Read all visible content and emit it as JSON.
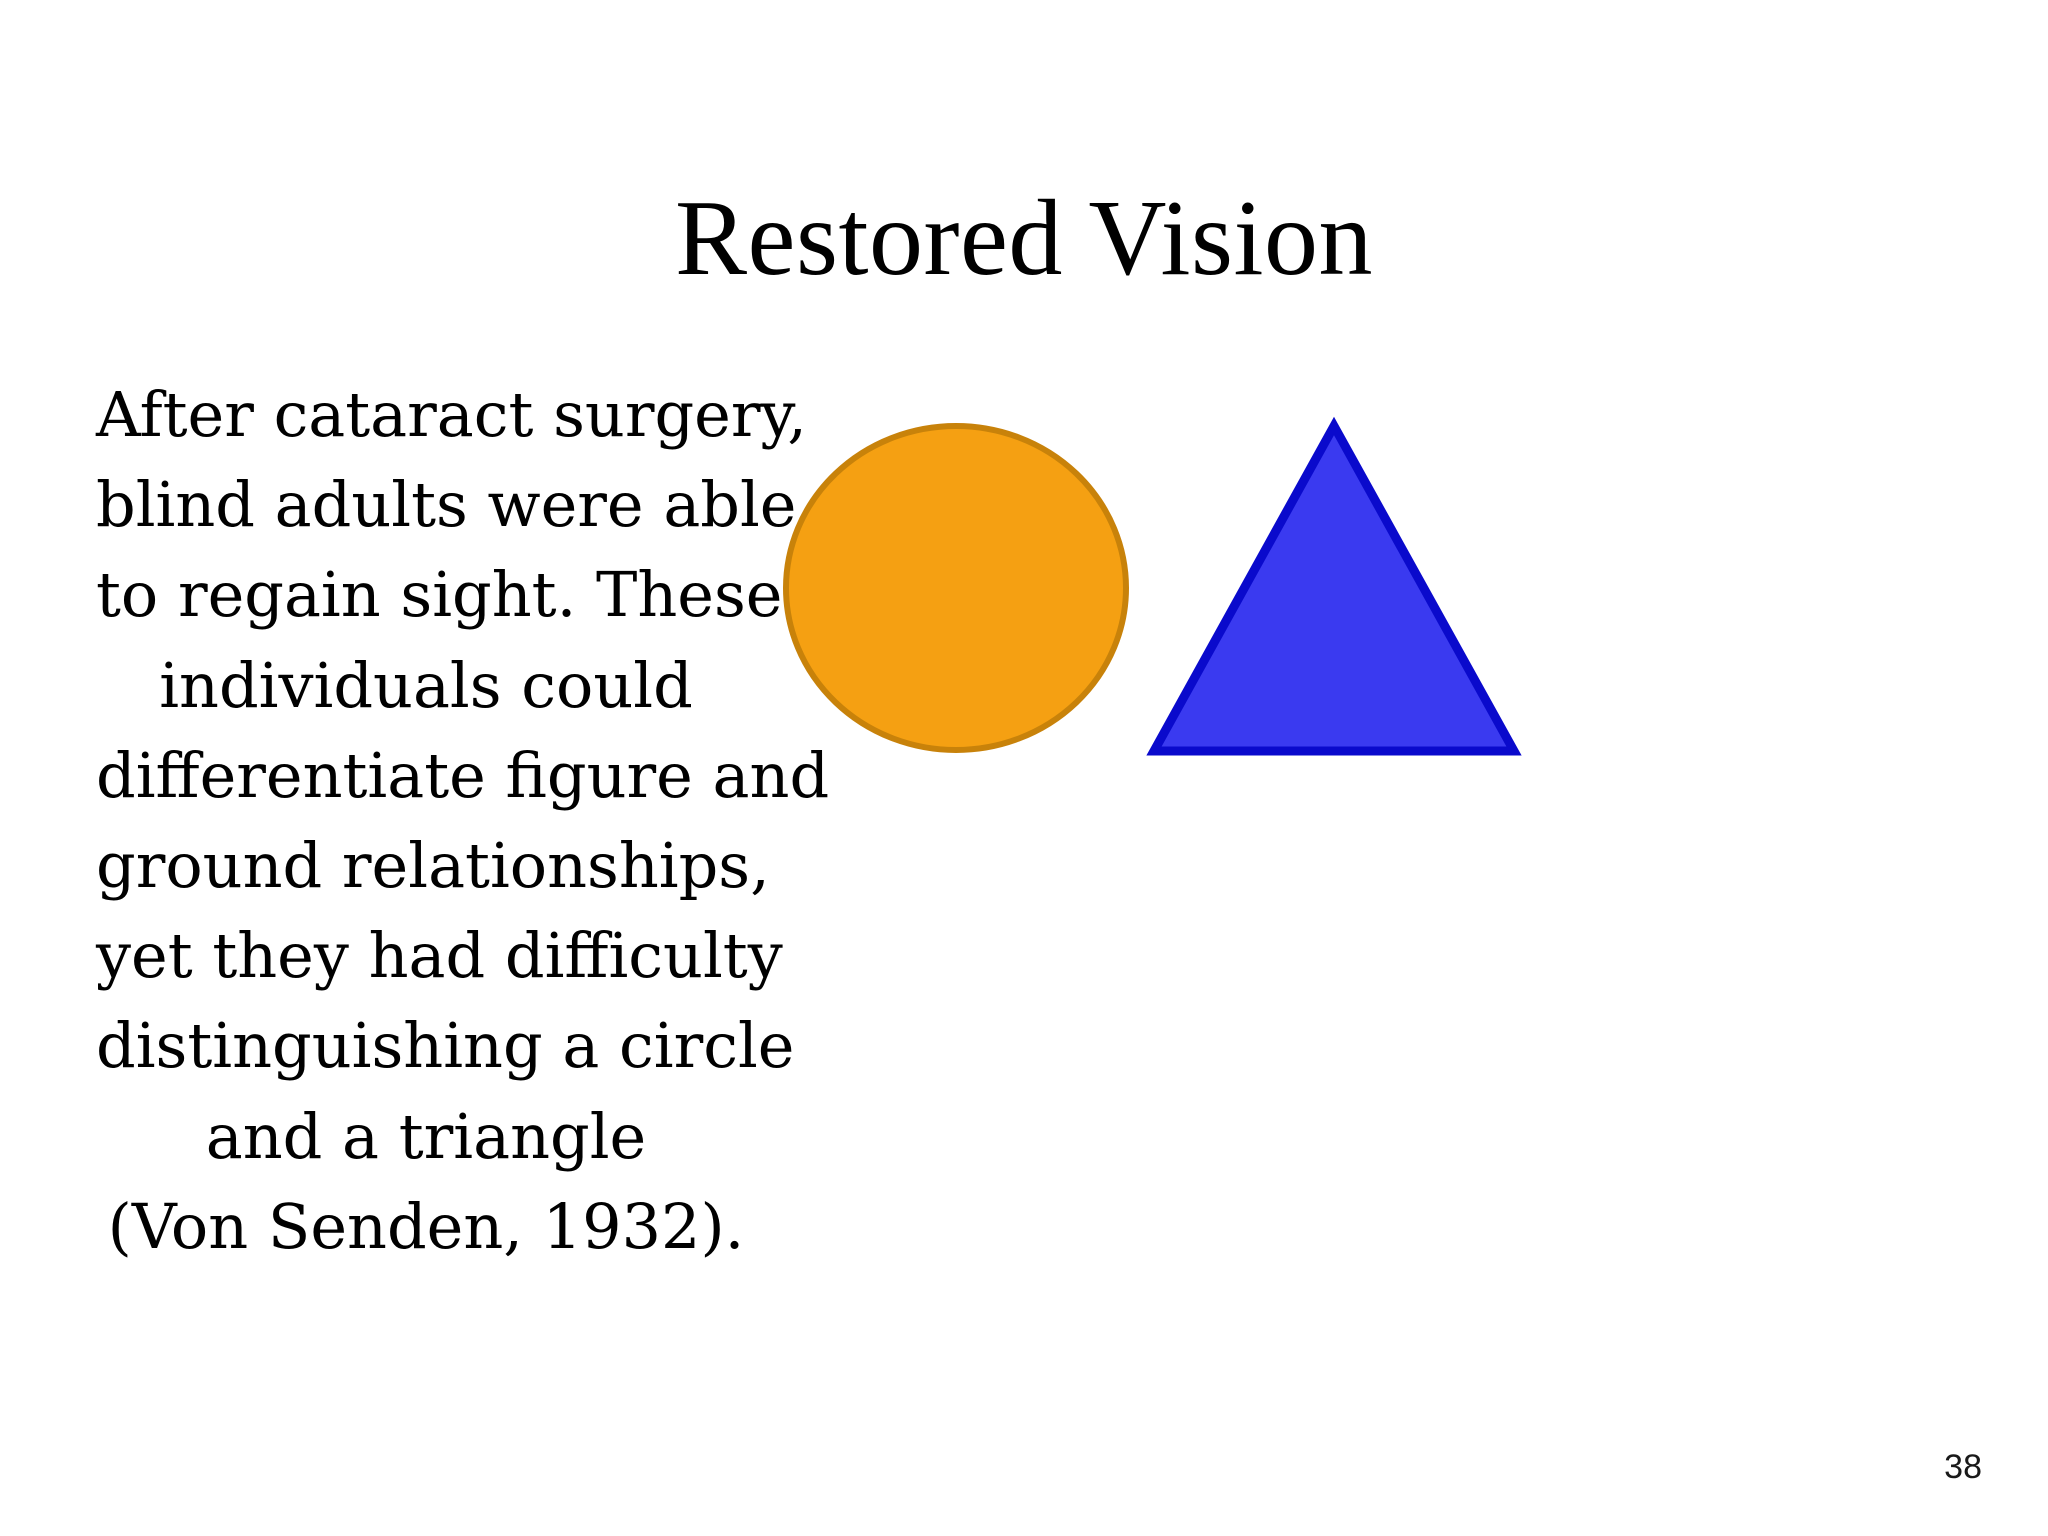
{
  "slide": {
    "title": "Restored Vision",
    "page_number": "38",
    "background_color": "#ffffff",
    "text_color": "#000000"
  },
  "body": {
    "full_text": "After cataract surgery, blind adults were able to regain sight. These individuals could differentiate figure and ground relationships, yet they had difficulty distinguishing a circle and a triangle (Von Senden, 1932).",
    "lines": [
      "After cataract surgery,",
      "blind adults were able",
      "to regain sight. These",
      "individuals could",
      "differentiate figure and",
      "ground relationships,",
      "yet they had difficulty",
      "distinguishing a circle",
      "and a triangle",
      "(Von Senden, 1932)."
    ],
    "citation": "(Von Senden, 1932)."
  },
  "shapes": [
    {
      "name": "circle",
      "label": "orange circle",
      "fill_color": "#F5A012",
      "stroke_color": "#C8820A",
      "stroke_width": 6
    },
    {
      "name": "triangle",
      "label": "blue triangle",
      "fill_color": "#3A3AF0",
      "stroke_color": "#0A0ACC",
      "stroke_width": 9
    }
  ]
}
